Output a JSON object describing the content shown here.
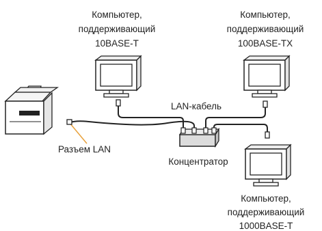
{
  "computers": {
    "pc1": {
      "line1": "Компьютер,",
      "line2": "поддерживающий",
      "line3": "10BASE-T"
    },
    "pc2": {
      "line1": "Компьютер,",
      "line2": "поддерживающий",
      "line3": "100BASE-TX"
    },
    "pc3": {
      "line1": "Компьютер,",
      "line2": "поддерживающий",
      "line3": "1000BASE-T"
    }
  },
  "labels": {
    "lan_cable": "LAN-кабель",
    "lan_port": "Разъем LAN",
    "hub": "Концентратор"
  },
  "colors": {
    "outline": "#222222",
    "cable": "#222222",
    "lan_port_leader": "#e8a13c",
    "hub_fill": "#dcdcdc",
    "monitor_fill": "#ffffff"
  },
  "icons": [
    "monitor-icon",
    "printer-icon",
    "hub-icon",
    "cable-connector-icon"
  ]
}
